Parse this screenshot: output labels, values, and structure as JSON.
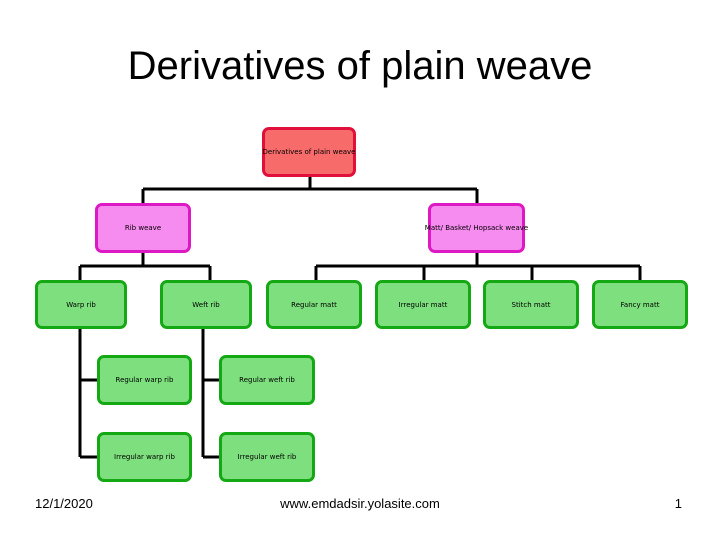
{
  "title": "Derivatives of plain weave",
  "nodes": {
    "root": "Derivatives of plain weave",
    "rib_weave": "Rib weave",
    "matt_weave": "Matt/ Basket/ Hopsack weave",
    "warp_rib": "Warp rib",
    "weft_rib": "Weft rib",
    "regular_matt": "Regular matt",
    "irregular_matt": "Irregular matt",
    "stitch_matt": "Stitch matt",
    "fancy_matt": "Fancy matt",
    "regular_warp_rib": "Regular warp rib",
    "regular_weft_rib": "Regular weft rib",
    "irregular_warp_rib": "Irregular warp rib",
    "irregular_weft_rib": "Irregular weft rib"
  },
  "colors": {
    "root_fill": "#f76b6b",
    "level1_fill": "#f78cf0",
    "leaf_fill": "#7ddf7d",
    "connector": "#000000"
  },
  "footer": {
    "date": "12/1/2020",
    "url": "www.emdadsir.yolasite.com",
    "page_number": "1"
  }
}
